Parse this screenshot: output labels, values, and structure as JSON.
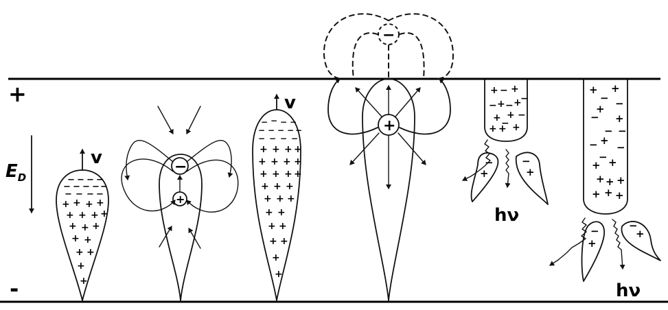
{
  "figure": {
    "anode_sign": "+",
    "cathode_sign": "-",
    "field_label": "E",
    "field_subscript": "D",
    "velocity_label": "v",
    "photon_label": "hν",
    "positive_ion": "+",
    "negative_ion": "−",
    "positive_charge": "+",
    "negative_charge": "−"
  }
}
